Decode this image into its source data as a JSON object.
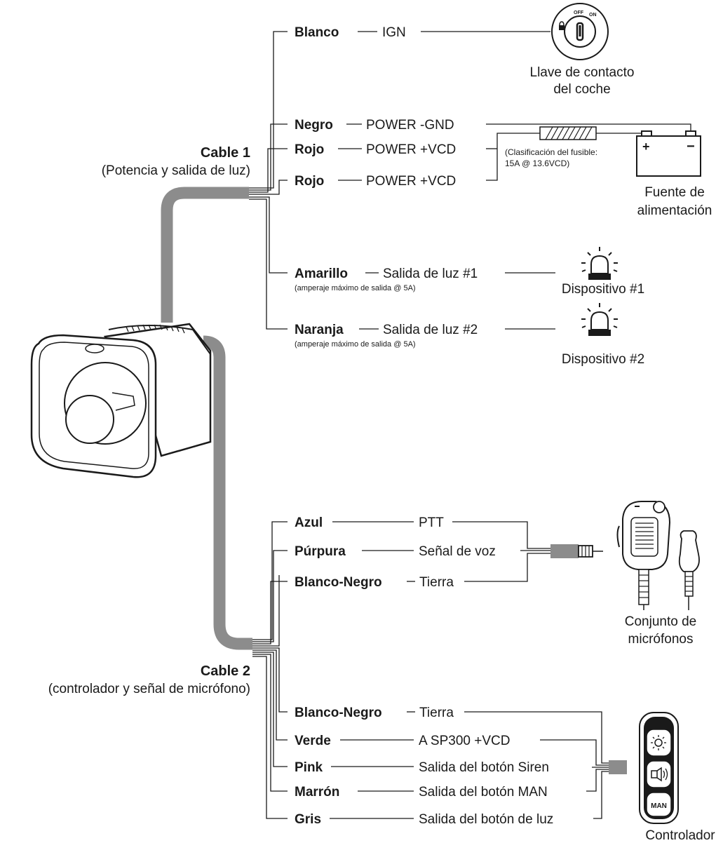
{
  "cable1": {
    "title": "Cable 1",
    "subtitle": "(Potencia y salida de luz)",
    "wires": [
      {
        "color": "Blanco",
        "signal": "IGN"
      },
      {
        "color": "Negro",
        "signal": "POWER -GND"
      },
      {
        "color": "Rojo",
        "signal": "POWER +VCD"
      },
      {
        "color": "Rojo",
        "signal": "POWER +VCD"
      },
      {
        "color": "Amarillo",
        "signal": "Salida de luz #1",
        "note": "(amperaje máximo de salida @ 5A)"
      },
      {
        "color": "Naranja",
        "signal": "Salida de luz #2",
        "note": "(amperaje máximo de salida @ 5A)"
      }
    ]
  },
  "cable2": {
    "title": "Cable 2",
    "subtitle": "(controlador y señal de micrófono)",
    "wires": [
      {
        "color": "Azul",
        "signal": "PTT"
      },
      {
        "color": "Púrpura",
        "signal": "Señal de voz"
      },
      {
        "color": "Blanco-Negro",
        "signal": "Tierra"
      },
      {
        "color": "Blanco-Negro",
        "signal": "Tierra"
      },
      {
        "color": "Verde",
        "signal": "A SP300 +VCD"
      },
      {
        "color": "Pink",
        "signal": "Salida del botón Siren"
      },
      {
        "color": "Marrón",
        "signal": "Salida del botón MAN"
      },
      {
        "color": "Gris",
        "signal": "Salida del botón de luz"
      }
    ]
  },
  "ignition": {
    "label_line1": "Llave de contacto",
    "label_line2": "del coche",
    "off": "OFF",
    "on": "ON"
  },
  "fuse": {
    "line1": "(Clasificación del fusible:",
    "line2": "15A @ 13.6VCD)"
  },
  "battery": {
    "label_line1": "Fuente de",
    "label_line2": "alimentación",
    "plus": "+",
    "minus": "−"
  },
  "device1": {
    "label": "Dispositivo #1"
  },
  "device2": {
    "label": "Dispositivo #2"
  },
  "mic": {
    "label_line1": "Conjunto de",
    "label_line2": "micrófonos"
  },
  "controller": {
    "label": "Controlador",
    "button3": "MAN"
  }
}
